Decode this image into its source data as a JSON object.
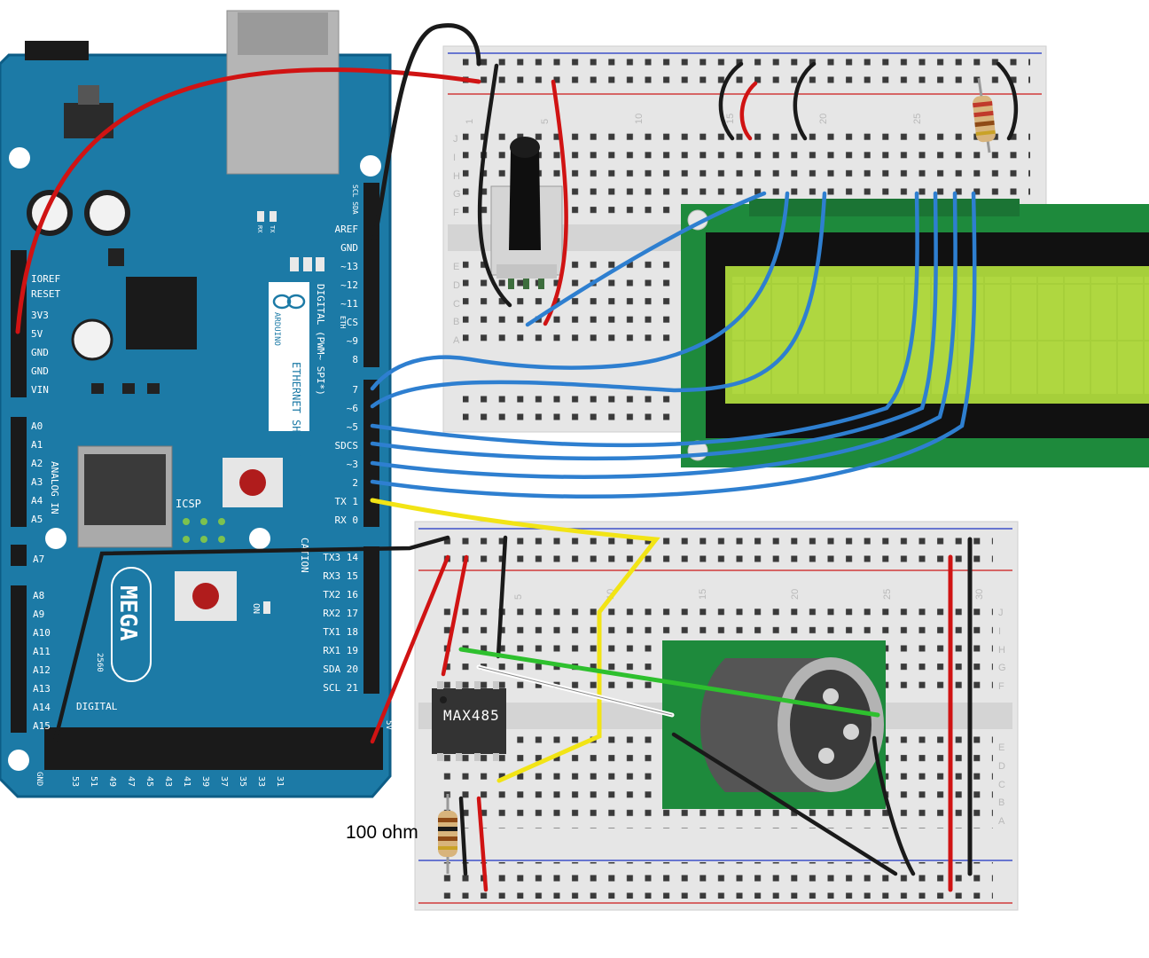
{
  "arduino": {
    "power_header": [
      "IOREF",
      "RESET",
      "3V3",
      "5V",
      "GND",
      "GND",
      "VIN"
    ],
    "analog_header": [
      "A0",
      "A1",
      "A2",
      "A3",
      "A4",
      "A5"
    ],
    "analog_label": "ANALOG IN",
    "analog_low": [
      "A7"
    ],
    "analog_header_2": [
      "A8",
      "A9",
      "A10",
      "A11",
      "A12",
      "A13",
      "A14",
      "A15"
    ],
    "digital_header": [
      "AREF",
      "GND",
      "~13",
      "~12",
      "~11",
      "CS",
      "~9",
      "8",
      "7",
      "~6",
      "~5",
      "SDCS",
      "~3",
      "2",
      "TX 1",
      "RX 0"
    ],
    "comm_header": [
      "TX3 14",
      "RX3 15",
      "TX2 16",
      "RX2 17",
      "TX1 18",
      "RX1 19",
      "SDA 20",
      "SCL 21"
    ],
    "bottom_header": [
      "53",
      "51",
      "49",
      "47",
      "45",
      "43",
      "41",
      "39",
      "37",
      "35",
      "33",
      "31"
    ],
    "digital_label": "DIGITAL",
    "gnd_label": "GND",
    "fiveV_label": "5V",
    "scl_sda": "SCL SDA",
    "rx_tx": [
      "RX",
      "TX"
    ],
    "eth_label": "ETH",
    "icsp_label": "ICSP",
    "on_label": "ON",
    "shield_title": "ETHERNET SHIELD",
    "shield_sub": "DIGITAL (PWM~ SPI*)",
    "brand": "ARDUINO",
    "mega_label": "MEGA",
    "model_label": "2560",
    "comm_label": "CATION"
  },
  "breadboard_top": {
    "column_numbers": [
      "1",
      "5",
      "10",
      "15",
      "20",
      "25"
    ],
    "row_letters": [
      "J",
      "I",
      "H",
      "G",
      "F",
      "E",
      "D",
      "C",
      "B",
      "A"
    ]
  },
  "breadboard_bottom": {
    "column_numbers": [
      "5",
      "10",
      "15",
      "20",
      "25",
      "30"
    ],
    "row_letters": [
      "J",
      "I",
      "H",
      "G",
      "F",
      "E",
      "D",
      "C",
      "B",
      "A"
    ]
  },
  "chip": {
    "label": "MAX485"
  },
  "resistor_annotation": "100 ohm",
  "colors": {
    "board": "#1c7aa6",
    "board_edge": "#0d5d86",
    "breadboard": "#e4e4e4",
    "lcd_pcb": "#1e8a3c",
    "lcd_screen": "#a9d33c",
    "wire_red": "#d01313",
    "wire_black": "#1a1a1a",
    "wire_blue": "#2e7fd0",
    "wire_yellow": "#f2e415",
    "wire_green": "#2ec02e",
    "wire_white": "#ffffff"
  }
}
